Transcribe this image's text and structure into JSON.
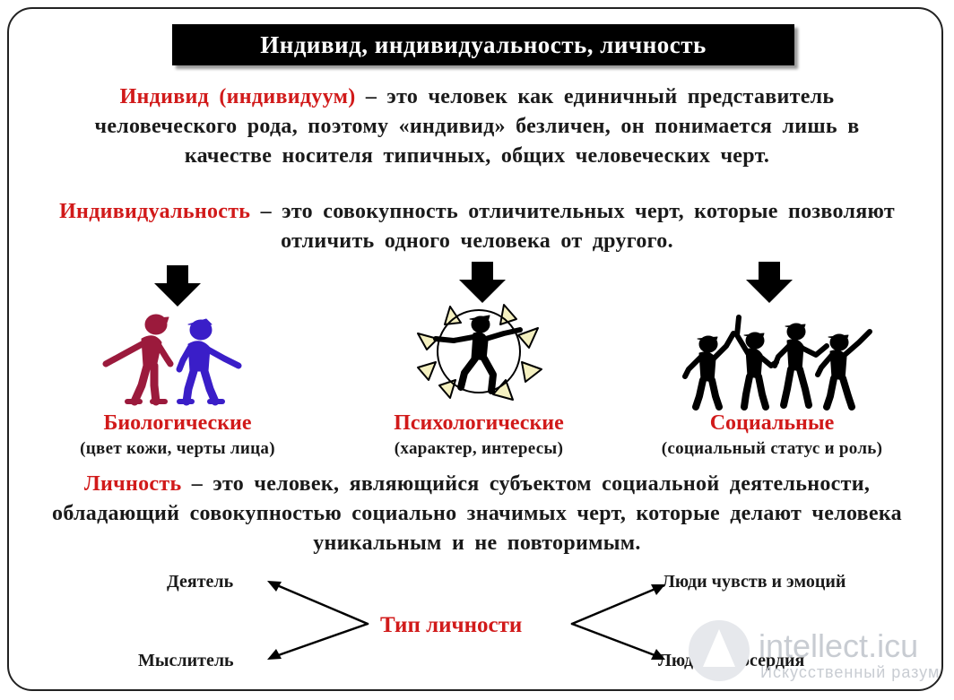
{
  "title": "Индивид,  индивидуальность,  личность",
  "individ": {
    "term": "Индивид (индивидуум)",
    "line1_rest": " – это человек как единичный представитель",
    "line2": "человеческого рода, поэтому «индивид» безличен, он понимается лишь в",
    "line3": "качестве носителя типичных, общих человеческих черт."
  },
  "individuality": {
    "term": "Индивидуальность",
    "line1_rest": " – это совокупность отличительных черт, которые позволяют",
    "line2": "отличить одного человека от другого."
  },
  "categories": [
    {
      "title": "Биологические",
      "subtitle": "(цвет кожи, черты лица)",
      "icon": "two-people-icon"
    },
    {
      "title": "Психологические",
      "subtitle": "(характер, интересы)",
      "icon": "burst-person-icon"
    },
    {
      "title": "Социальные",
      "subtitle": "(социальный статус и роль)",
      "icon": "group-cheering-icon"
    }
  ],
  "personality": {
    "term": "Личность",
    "line1_rest": " – это человек, являющийся субъектом социальной деятельности,",
    "line2": "обладающий совокупностью социально значимых черт, которые делают человека",
    "line3": "уникальным и не повторимым."
  },
  "types": {
    "center": "Тип личности",
    "left_top": "Деятель",
    "left_bottom": "Мыслитель",
    "right_top": "Люди чувств и эмоций",
    "right_bottom": "Люди милосердия"
  },
  "watermark": {
    "text": "intellect.icu",
    "sub": "Искусственный разум"
  },
  "colors": {
    "accent": "#d11a1a",
    "figure_red": "#9b1a3c",
    "figure_blue": "#3a1ec8"
  }
}
